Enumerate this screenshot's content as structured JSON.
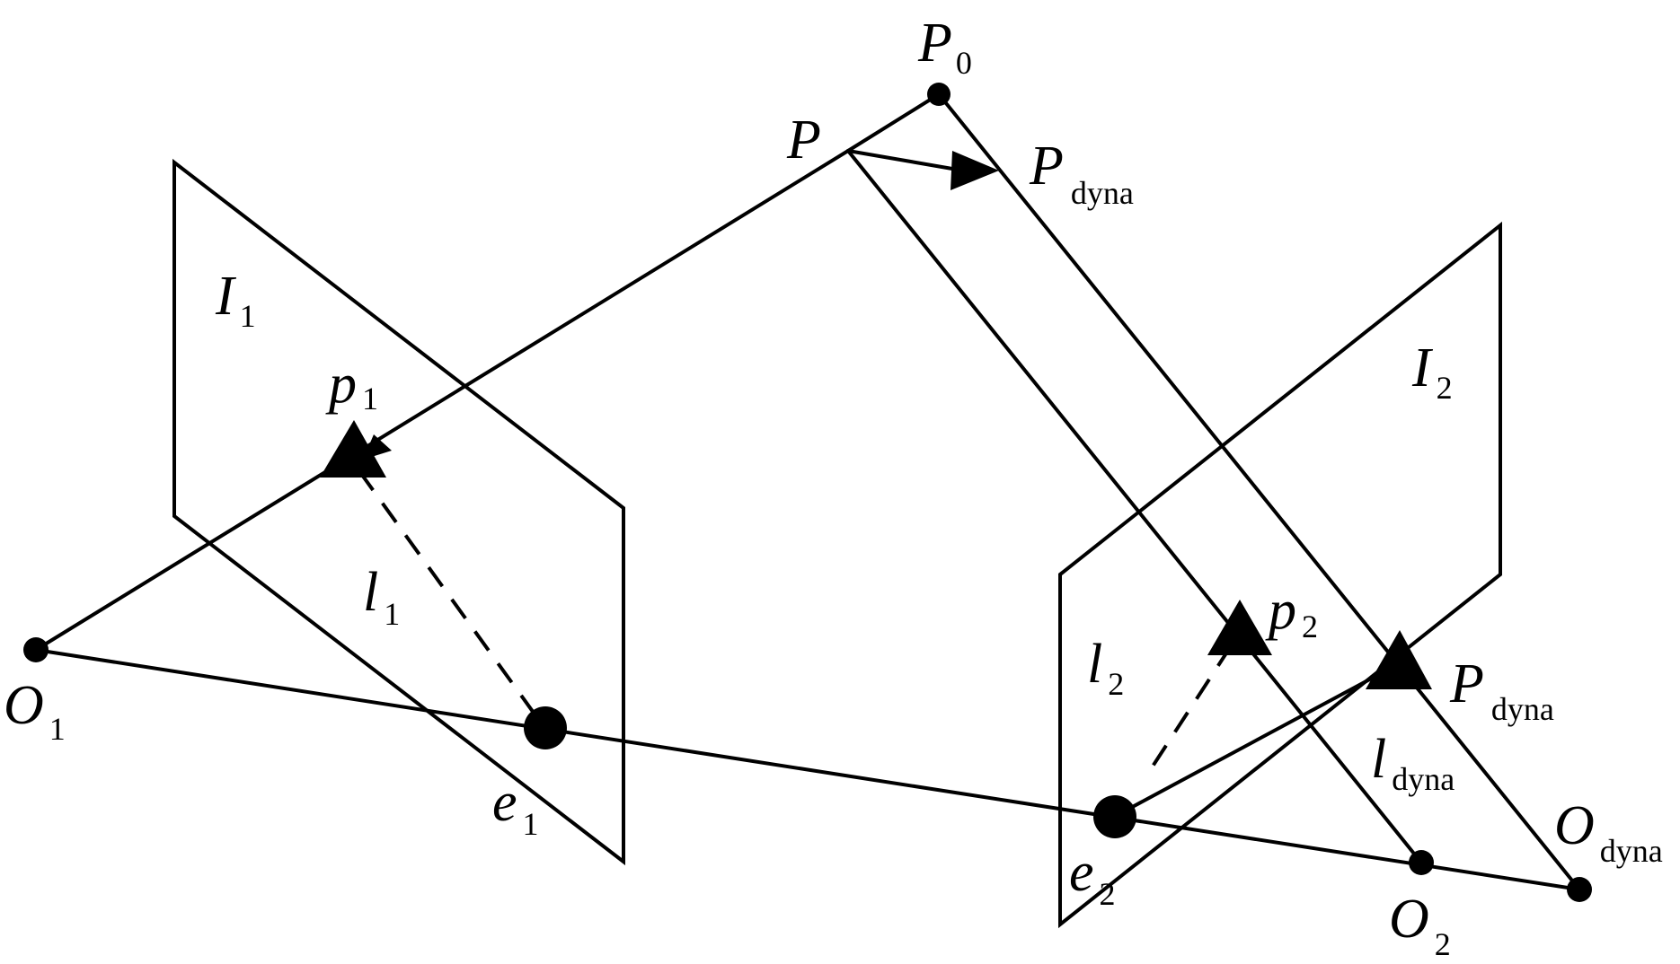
{
  "diagram": {
    "labels": {
      "P0": {
        "main": "P",
        "sub": "0"
      },
      "P": {
        "main": "P",
        "sub": ""
      },
      "P_dyna_top": {
        "main": "P",
        "sub": "dyna"
      },
      "I1": {
        "main": "I",
        "sub": "1"
      },
      "I2": {
        "main": "I",
        "sub": "2"
      },
      "p1": {
        "main": "p",
        "sub": "1"
      },
      "p2": {
        "main": "p",
        "sub": "2"
      },
      "l1": {
        "main": "l",
        "sub": "1"
      },
      "l2": {
        "main": "l",
        "sub": "2"
      },
      "l_dyna": {
        "main": "l",
        "sub": "dyna"
      },
      "P_dyna_right": {
        "main": "P",
        "sub": "dyna"
      },
      "O1": {
        "main": "O",
        "sub": "1"
      },
      "O2": {
        "main": "O",
        "sub": "2"
      },
      "O_dyna": {
        "main": "O",
        "sub": "dyna"
      },
      "e1": {
        "main": "e",
        "sub": "1"
      },
      "e2": {
        "main": "e",
        "sub": "2"
      }
    }
  }
}
